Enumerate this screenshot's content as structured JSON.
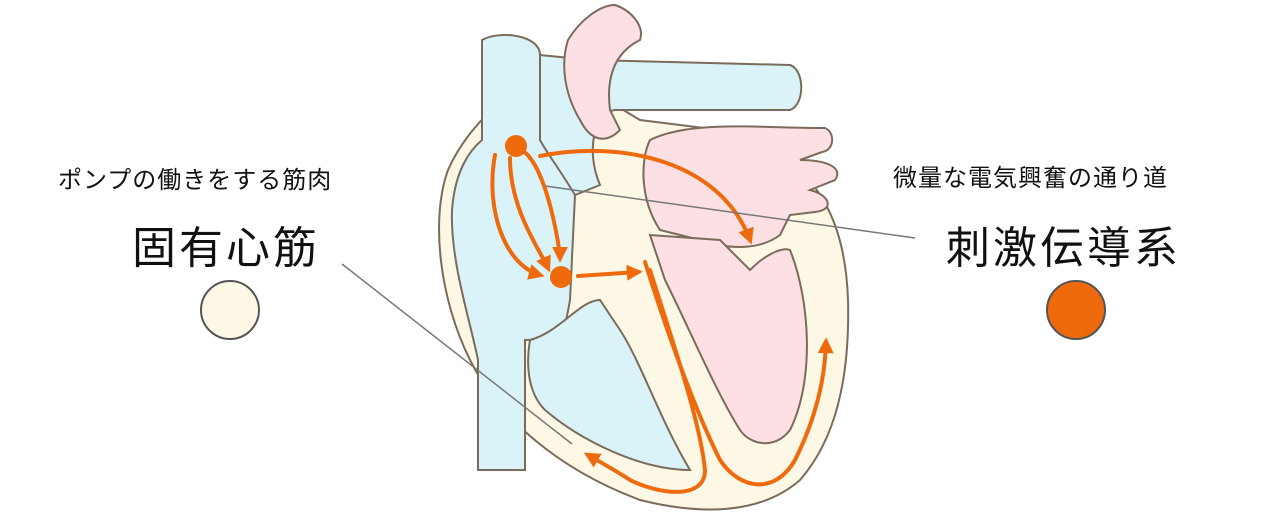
{
  "left_legend": {
    "subtitle": "ポンプの働きをする筋肉",
    "title": "固有心筋",
    "color": "#fdf8e6"
  },
  "right_legend": {
    "subtitle": "微量な電気興奮の通り道",
    "title": "刺激伝導系",
    "color": "#ef6a0d"
  },
  "colors": {
    "vessel_blue": "#d9f3f8",
    "chamber_pink": "#fde0e4",
    "muscle_cream": "#fdf8e6",
    "outline": "#7b6b5b",
    "conduction_orange": "#ef6a0d",
    "leader_gray": "#777777"
  }
}
